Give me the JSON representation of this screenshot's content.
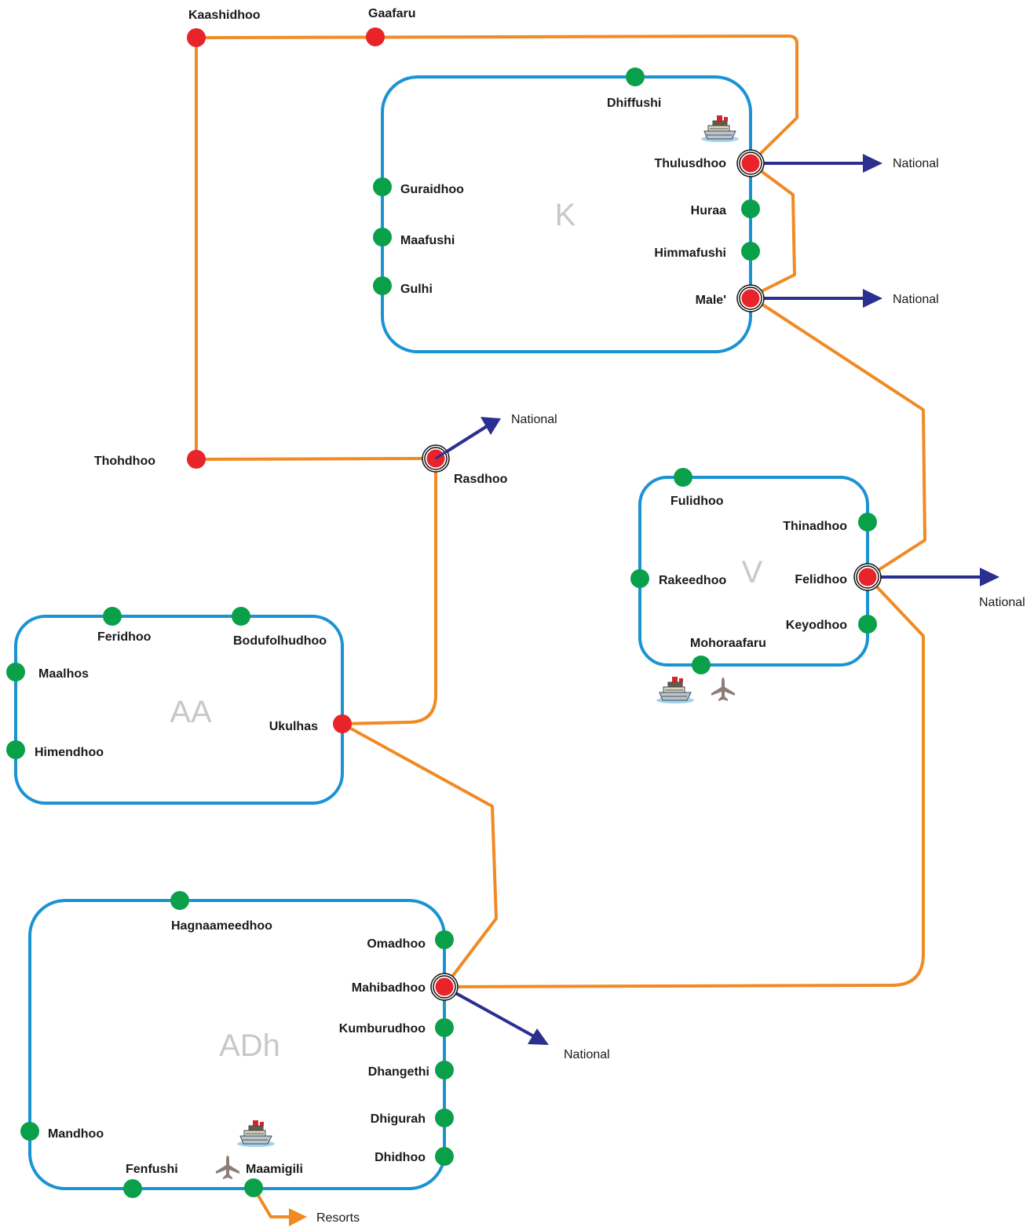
{
  "colors": {
    "atoll_loop": "#1a93d4",
    "ferry_route": "#f08a24",
    "local_stop": "#0aa04a",
    "hub_stop": "#e8232a",
    "external_link": "#2b2f8f",
    "atoll_name": "#c8c8c8"
  },
  "atolls": {
    "k": "K",
    "v": "V",
    "aa": "AA",
    "adh": "ADh"
  },
  "stops": {
    "kaashidhoo": "Kaashidhoo",
    "gaafaru": "Gaafaru",
    "dhiffushi": "Dhiffushi",
    "thulusdhoo": "Thulusdhoo",
    "guraidhoo": "Guraidhoo",
    "huraa": "Huraa",
    "maafushi": "Maafushi",
    "himmafushi": "Himmafushi",
    "gulhi": "Gulhi",
    "male": "Male'",
    "thohdhoo": "Thohdhoo",
    "rasdhoo": "Rasdhoo",
    "fulidhoo": "Fulidhoo",
    "thinadhoo": "Thinadhoo",
    "rakeedhoo": "Rakeedhoo",
    "felidhoo": "Felidhoo",
    "keyodhoo": "Keyodhoo",
    "mohoraafaru": "Mohoraafaru",
    "feridhoo": "Feridhoo",
    "bodufolhudhoo": "Bodufolhudhoo",
    "maalhos": "Maalhos",
    "ukulhas": "Ukulhas",
    "himendhoo": "Himendhoo",
    "hagnaameedhoo": "Hagnaameedhoo",
    "omadhoo": "Omadhoo",
    "mahibadhoo": "Mahibadhoo",
    "kumburudhoo": "Kumburudhoo",
    "dhangethi": "Dhangethi",
    "dhigurah": "Dhigurah",
    "dhidhoo": "Dhidhoo",
    "mandhoo": "Mandhoo",
    "fenfushi": "Fenfushi",
    "maamigili": "Maamigili"
  },
  "external": {
    "national": "National",
    "resorts": "Resorts"
  },
  "icons": {
    "ferry": "ship-icon",
    "airport": "airplane-icon"
  }
}
